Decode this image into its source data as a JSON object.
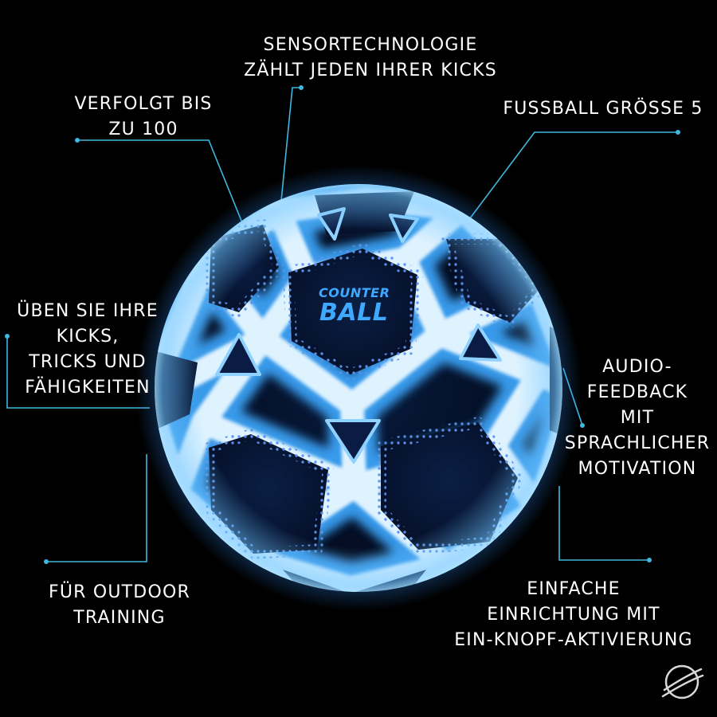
{
  "accent_color": "#3fb8e0",
  "ball": {
    "colors": {
      "glow": "#3ea9ff",
      "ribbon": "#dff3ff",
      "panel": "#071633",
      "dots": "#5c93e8"
    },
    "logo": {
      "line1": "COUNTER",
      "line2": "BALL"
    }
  },
  "features": {
    "sensor": {
      "line1": "Sensortechnologie",
      "line2": "zählt jeden Ihrer Kicks"
    },
    "tracking": {
      "line1": "Verfolgt bis",
      "line2": "zu 100"
    },
    "size": {
      "line1": "Fussball Grösse 5"
    },
    "practice": {
      "line1": "Üben Sie Ihre",
      "line2": "Kicks,",
      "line3": "Tricks und",
      "line4": "Fähigkeiten"
    },
    "audio": {
      "line1": "Audio-",
      "line2": "Feedback",
      "line3": "mit",
      "line4": "sprachlicher",
      "line5": "Motivation"
    },
    "outdoor": {
      "line1": "Für Outdoor",
      "line2": "Training"
    },
    "setup": {
      "line1": "Einfache",
      "line2": "Einrichtung mit",
      "line3": "Ein-Knopf-Aktivierung"
    }
  },
  "brand_icon": "brand-swirl-icon"
}
